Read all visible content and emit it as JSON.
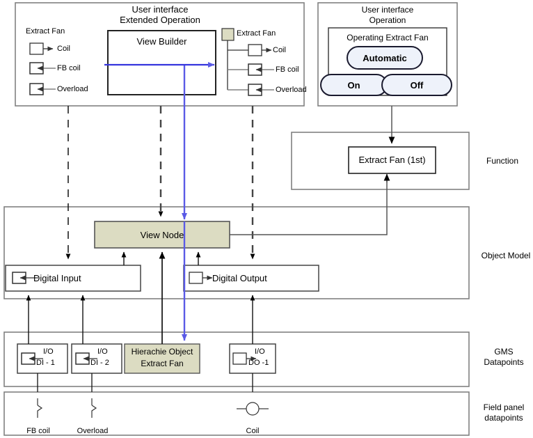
{
  "diagram": {
    "title_note": "Extract Fan object model / datapoint mapping diagram",
    "colors": {
      "khaki_fill": "#dcdcc2",
      "button_fill": "#eef2fa",
      "blue_flow": "#5a5ae6",
      "band_border": "#808080",
      "box_border": "#333333"
    }
  },
  "panels": {
    "extended_operation": {
      "title_line1": "User interface",
      "title_line2": "Extended Operation",
      "left_group_label": "Extract Fan",
      "left_items": [
        {
          "label": "Coil",
          "icon": "io-output-icon",
          "direction": "out"
        },
        {
          "label": "FB coil",
          "icon": "io-input-icon",
          "direction": "in"
        },
        {
          "label": "Overload",
          "icon": "io-input-icon",
          "direction": "in"
        }
      ],
      "view_builder_label": "View Builder",
      "tree_root_label": "Extract Fan",
      "tree_items": [
        {
          "label": "Coil",
          "icon": "io-output-icon",
          "direction": "out"
        },
        {
          "label": "FB coil",
          "icon": "io-input-icon",
          "direction": "in"
        },
        {
          "label": "Overload",
          "icon": "io-input-icon",
          "direction": "in"
        }
      ]
    },
    "operation": {
      "title_line1": "User interface",
      "title_line2": "Operation",
      "group_label": "Operating Extract Fan",
      "buttons": [
        {
          "label": "Automatic"
        },
        {
          "label": "On"
        },
        {
          "label": "Off"
        }
      ]
    }
  },
  "bands": [
    {
      "id": "function",
      "label": "Function"
    },
    {
      "id": "object-model",
      "label": "Object Model"
    },
    {
      "id": "gms-datapoints",
      "label_line1": "GMS",
      "label_line2": "Datapoints"
    },
    {
      "id": "field-panel",
      "label_line1": "Field panel",
      "label_line2": "datapoints"
    }
  ],
  "function_band": {
    "block_label": "Extract Fan (1st)"
  },
  "object_model_band": {
    "view_node_label": "View Node",
    "digital_input_label": "Digital Input",
    "digital_output_label": "Digital Output"
  },
  "gms_band": {
    "items": [
      {
        "kind": "io",
        "line1": "I/O",
        "line2": "DI - 1",
        "icon": "io-input-icon"
      },
      {
        "kind": "io",
        "line1": "I/O",
        "line2": "DI - 2",
        "icon": "io-input-icon"
      },
      {
        "kind": "hierarchy",
        "line1": "Hierachie Object",
        "line2": "Extract Fan"
      },
      {
        "kind": "io",
        "line1": "I/O",
        "line2": "DO -1",
        "icon": "io-output-icon"
      }
    ]
  },
  "field_band": {
    "items": [
      {
        "label": "FB coil",
        "symbol": "switch-contact-icon"
      },
      {
        "label": "Overload",
        "symbol": "switch-contact-icon"
      },
      {
        "label": "Coil",
        "symbol": "coil-circle-icon"
      }
    ]
  }
}
